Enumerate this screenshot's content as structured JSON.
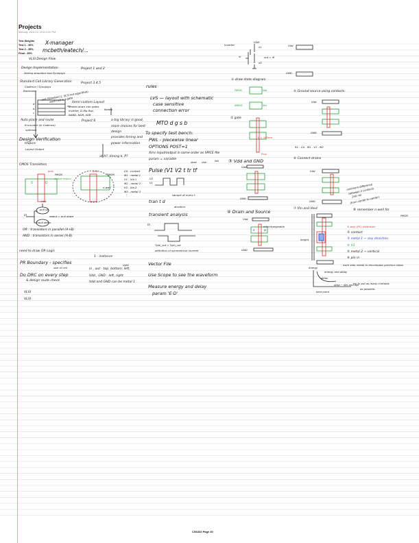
{
  "header": {
    "title": "Projects",
    "date": "Monday, June 14, 2010",
    "time": "3:20 PM"
  },
  "weights": [
    "Test Weights",
    "Test 1 - 30%",
    "Test 2 - 35%",
    "Final - 35%"
  ],
  "left": {
    "xmanager": "X-manager",
    "machines": "mcbeth/eatech/...",
    "flow_title": "VLSI Design Flow",
    "impl": "Design Implementation",
    "impl_sub": "Verilog simulator and Synopsys",
    "proj12": "Project 1 and 2",
    "stdcell": "Standard Cell Library Generation",
    "stdcell_sub": "Cadence / Synopsys",
    "backbone": "Backbone",
    "proj345": "Project 3,4,5",
    "cell_note": "cell (Standard 1, VLSI not algorithm)",
    "cell_note2": "each cell is a gate",
    "rows": [
      "a",
      "b",
      "c"
    ],
    "semi": "Semi-custom Layout",
    "semi1": "breaks down into gates",
    "semi2": "inverter, D-flip-flop,",
    "semi3": "NAND, NOR, XOR",
    "library": "library",
    "apr": "Auto place and route",
    "encounter": "Encounter (in Cadence)",
    "optimize": "optimize",
    "proj6": "Project 6",
    "verif": "Design Verification",
    "hspice": "HSpice",
    "layout_out": "Layout Output",
    "biglib": [
      "a big library is good,",
      "more choices for best",
      "design",
      "provides timing and",
      "power information"
    ],
    "atk": "at A?, timing k, P?",
    "cmos": "CMOS Transistors",
    "poly1": "poly",
    "pmos1": "PMOS",
    "active": "active region",
    "s": "S",
    "d": "D",
    "poly2": "poly",
    "pmos2": "PMOS",
    "nwell": "n-well",
    "layers": [
      "CA - contact",
      "M1 - metal 1",
      "V1 - Via 1",
      "M2 - metal 2",
      "V2 - Via 2",
      "M3 - metal 3",
      "⋮"
    ],
    "vdd": "Vdd",
    "pullup": "pull up",
    "in": "in",
    "out": "out = pull down",
    "pulldown": "pull down",
    "or": "OR : transistors in parallel   (A+B)",
    "and": "AND : transistors in series   (A·B)",
    "drawor": "need to draw OR Logic",
    "instance": "1 - instance",
    "pr": "PR Boundary - specifies",
    "pr2": "size of cell",
    "drc": "Do DRC on every step",
    "drc2": "& design route check",
    "pins1": "in , out  - top, bottom, left,",
    "pins1b": "right",
    "pins2": "Vdd , GND - left, right",
    "pins3": "Vdd and GND can be metal 1",
    "vlsi1": "VLSI",
    "vlsi2": "VLSI"
  },
  "mid": {
    "rules": "rules",
    "lvs": "LVS  — layout with schematic",
    "case": "case sensitive",
    "conn": "connection error",
    "mto": "MTO  d g s b",
    "tb": "To specify test bench:",
    "pwl": "PWL - piecewise linear",
    "opt": "OPTIONS POST=1",
    "xinv": "Xinv input/output in same order as SPICE file",
    "param": "param = variable",
    "start": "start",
    "rise": "rise",
    "fall": "fall",
    "pulse": "Pulse (V1  V2   t   tr   tf",
    "v2": "V2",
    "v1": "V1",
    "sample": "sample at every t",
    "tran": "tran  t   d",
    "duration": "duration",
    "transient": "transient analysis",
    "in": "in",
    "tphl": "Tphl_out ∝ Tplh_out",
    "sym": "definition of symmetrical inverter",
    "vector": "Vector File",
    "scope": "Use Scope to see the waveform",
    "measure": "Measure energy and delay",
    "ed": "param 'E·D'"
  },
  "right": {
    "inverter": "Inverter",
    "vdd_top": "VDD",
    "x1": "x1",
    "x2": "x2",
    "inv_in": "in",
    "inv_out": "out = in̅",
    "vdd_rail": "Vdd",
    "gnd_rail": "GND",
    "step1": "① draw state diagram",
    "pmos": "PMOS",
    "wp": "Wp",
    "nmos": "NMOS",
    "wn": "Wn",
    "step2": "② gate",
    "L": "L = 180nm",
    "poly": "Poly",
    "step3": "③ Vdd and GND",
    "s3vdd": "Vdd",
    "s3gnd": "GND",
    "step4": "④ Drain and Source",
    "s4vdd": "Vdd",
    "s4gnd": "GND",
    "inter": "interchangeable",
    "S": "S",
    "D": "D",
    "step5": "⑤ Ground source using contacts",
    "s5vdd": "Vdd",
    "s5gnd": "GND",
    "r1": "R1 - CA - M1 - V1 - M2",
    "step6": "⑥ Connect drains",
    "s6vdd": "Vdd",
    "s6gnd": "GND",
    "mindiff": [
      "minimum difference",
      "between 2 contacts",
      "240 nm",
      "(from center to center)"
    ],
    "step7": "⑦ Vin and Vout",
    "step8": "⑧ remember n-well for",
    "pmos8": "PMOS",
    "height": "height",
    "legend": [
      "① poly (PC) extension",
      "② contact",
      "③ metal 1 ~ any direction",
      "④ V1",
      "⑤ metal 2 ~ vertical",
      "⑥ pin in"
    ],
    "encompass": "each step needs to encompass previous steps",
    "energy": "energy",
    "ed": "energy and delay",
    "delay": "delay",
    "area": "area ~ Wn and Wp",
    "best": "best point",
    "contacts1": "try to put as many contacts",
    "contacts2": "as possible."
  },
  "footer": "CS6333 Page 30"
}
